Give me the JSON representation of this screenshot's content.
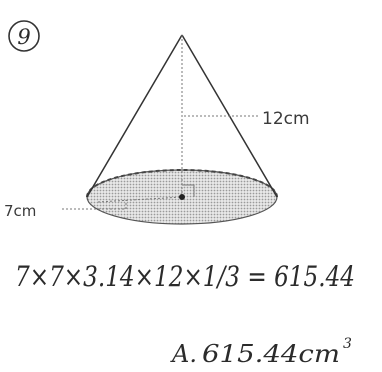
{
  "problem": {
    "number": "9"
  },
  "figure": {
    "height_label": "12cm",
    "radius_label": "7cm"
  },
  "work": {
    "equation": "7×7×3.14×12×1/3 = 615.44",
    "answer_prefix": "A.",
    "answer_value": "615.44cm",
    "answer_exponent": "3"
  }
}
